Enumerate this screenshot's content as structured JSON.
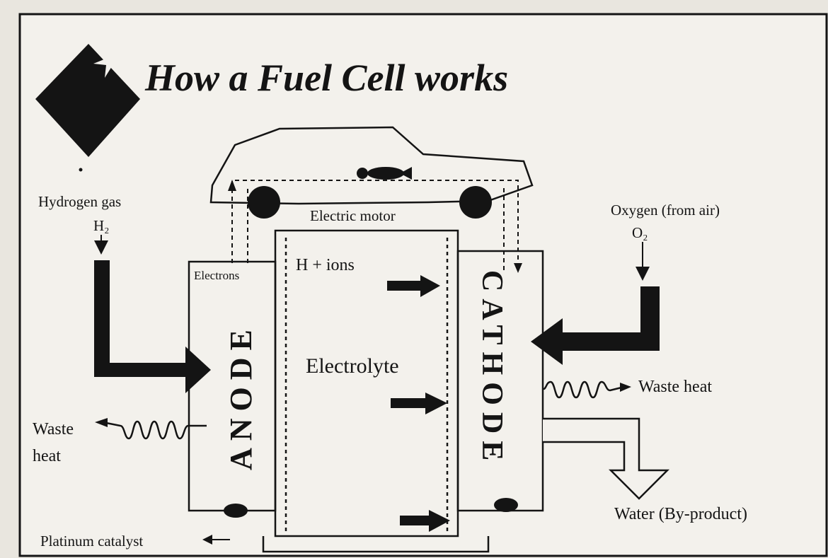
{
  "title": "How a Fuel Cell works",
  "labels": {
    "hydrogen_gas": "Hydrogen gas",
    "hydrogen_formula": "H₂",
    "oxygen": "Oxygen (from air)",
    "oxygen_formula": "O₂",
    "electric_motor": "Electric motor",
    "electrons": "Electrons",
    "h_ions": "H + ions",
    "electrolyte": "Electrolyte",
    "anode": "ANODE",
    "cathode": "CATHODE",
    "waste_heat_right": "Waste heat",
    "waste_left_line1": "Waste",
    "waste_left_line2": "heat",
    "water": "Water (By-product)",
    "platinum_catalyst": "Platinum catalyst"
  },
  "colors": {
    "paper": "#e9e6df",
    "ink": "#141414",
    "panel": "#f3f1ec"
  }
}
